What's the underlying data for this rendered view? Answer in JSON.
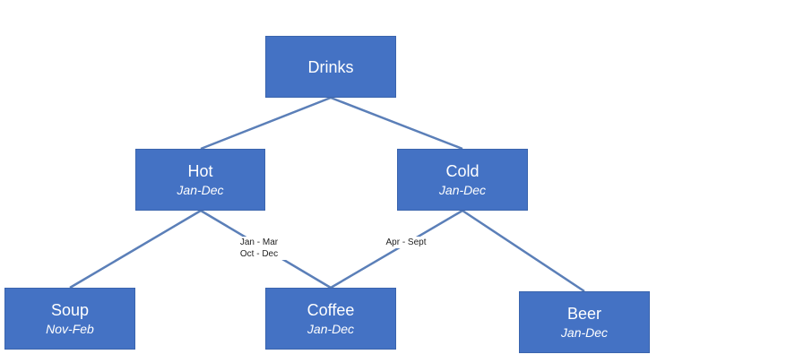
{
  "nodes": {
    "drinks": {
      "title": "Drinks",
      "range": ""
    },
    "hot": {
      "title": "Hot",
      "range": "Jan-Dec"
    },
    "cold": {
      "title": "Cold",
      "range": "Jan-Dec"
    },
    "soup": {
      "title": "Soup",
      "range": "Nov-Feb"
    },
    "coffee": {
      "title": "Coffee",
      "range": "Jan-Dec"
    },
    "beer": {
      "title": "Beer",
      "range": "Jan-Dec"
    }
  },
  "edges": [
    {
      "from": "drinks",
      "to": "hot"
    },
    {
      "from": "drinks",
      "to": "cold"
    },
    {
      "from": "hot",
      "to": "soup"
    },
    {
      "from": "hot",
      "to": "coffee"
    },
    {
      "from": "cold",
      "to": "coffee"
    },
    {
      "from": "cold",
      "to": "beer"
    }
  ],
  "edge_labels": {
    "hot_coffee": {
      "line1": "Jan - Mar",
      "line2": "Oct - Dec"
    },
    "cold_coffee": {
      "line1": "Apr - Sept"
    }
  },
  "colors": {
    "node_fill": "#4472c4",
    "connector": "#5b7fb8",
    "node_text": "#ffffff"
  }
}
